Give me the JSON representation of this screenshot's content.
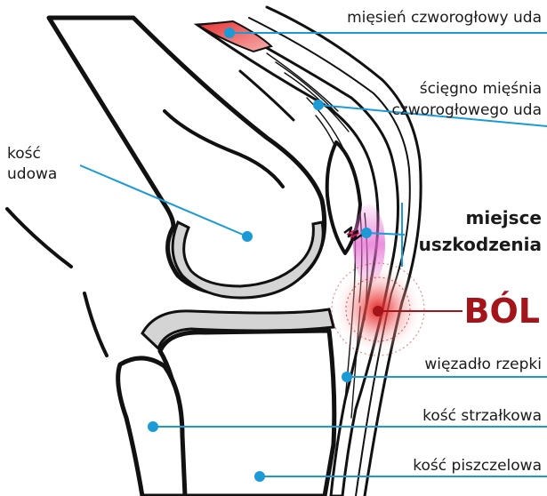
{
  "colors": {
    "leader": "#1b9ad6",
    "dot": "#1b9ad6",
    "bone_fill": "#ffffff",
    "cartilage": "#d4d4d4",
    "outline": "#111111",
    "muscle_red": "#e83030",
    "injury_pink": "#e66bd1",
    "pain_red": "#e11b1b",
    "pain_text": "#a3141b"
  },
  "labels": {
    "quadriceps_muscle": "mięsień czworogłowy uda",
    "quadriceps_tendon_line1": "ścięgno mięśnia",
    "quadriceps_tendon_line2": "czworogłowego uda",
    "femur_line1": "kość",
    "femur_line2": "udowa",
    "injury_site_line1": "miejsce",
    "injury_site_line2": "uszkodzenia",
    "pain": "BÓL",
    "patellar_ligament": "więzadło rzepki",
    "fibula": "kość strzałkowa",
    "tibia": "kość piszczelowa"
  }
}
